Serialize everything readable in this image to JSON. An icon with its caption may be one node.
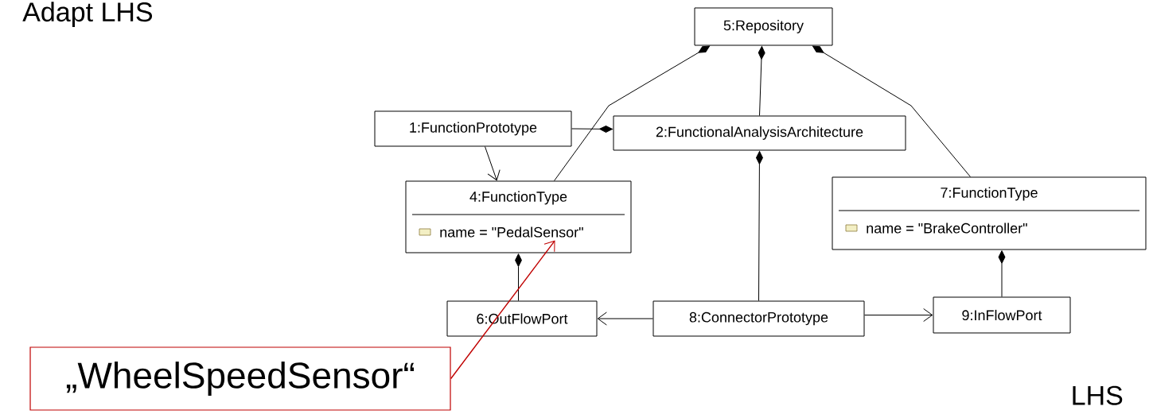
{
  "diagram": {
    "title": "Adapt LHS",
    "nodes": [
      {
        "text": [
          "1:FunctionPrototype"
        ]
      },
      {
        "text": [
          "2:FunctionalAnalysisArchitecture"
        ]
      },
      {
        "text": [
          "4:FunctionType",
          "name = \"PedalSensor\""
        ]
      },
      {
        "text": [
          "5:Repository"
        ]
      },
      {
        "text": [
          "6:OutFlowPort"
        ]
      },
      {
        "text": [
          "7:FunctionType",
          "name = \"BrakeController\""
        ]
      },
      {
        "text": [
          "8:ConnectorPrototype"
        ]
      },
      {
        "text": [
          "9:InFlowPort"
        ]
      },
      {
        "text": [
          "„WheelSpeedSensor“"
        ]
      }
    ],
    "edges": [
      {
        "from": 3,
        "to": 2,
        "arrow": "other"
      },
      {
        "from": 3,
        "to": 1,
        "arrow": "other"
      },
      {
        "from": 3,
        "to": 5,
        "arrow": "other"
      },
      {
        "from": 1,
        "to": 0,
        "arrow": "other"
      },
      {
        "from": 1,
        "to": 6,
        "arrow": "other"
      },
      {
        "from": 2,
        "to": 4,
        "arrow": "other"
      },
      {
        "from": 5,
        "to": 7,
        "arrow": "other"
      },
      {
        "from": 0,
        "to": 2,
        "arrow": "to"
      },
      {
        "from": 6,
        "to": 4,
        "arrow": "to"
      },
      {
        "from": 6,
        "to": 7,
        "arrow": "to"
      },
      {
        "from": 8,
        "to": 2,
        "arrow": "to",
        "color": "#c00000"
      }
    ],
    "labels": [
      "LHS"
    ]
  }
}
